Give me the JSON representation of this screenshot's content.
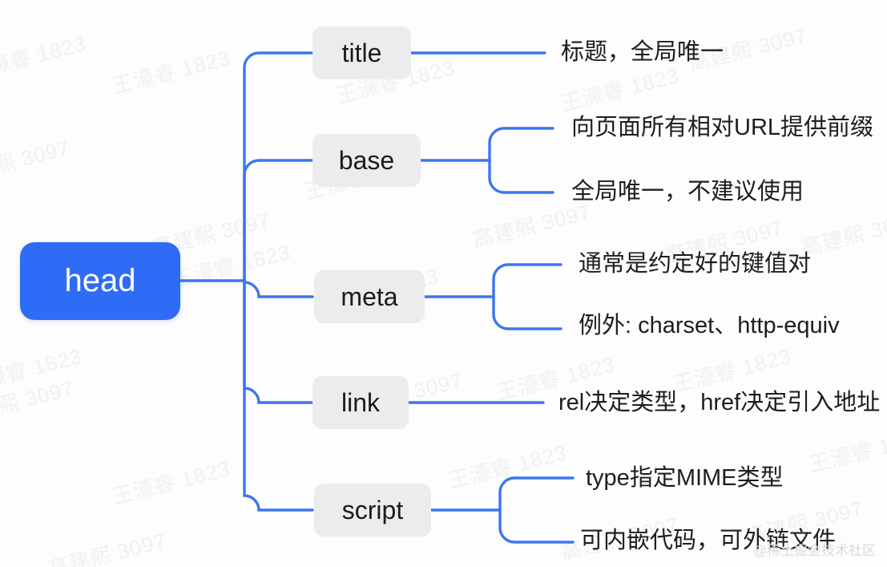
{
  "diagram": {
    "type": "mindmap",
    "title": "head",
    "root": {
      "label": "head"
    },
    "colors": {
      "root_bg": "#2f6cf6",
      "root_text": "#ffffff",
      "branch_bg": "#ececee",
      "branch_text": "#1b1b1b",
      "line": "#3b76f0",
      "leaf_text": "#1d1d1d",
      "background": "#fdfdfd"
    },
    "branches": [
      {
        "label": "title",
        "leaves": [
          "标题，全局唯一"
        ]
      },
      {
        "label": "base",
        "leaves": [
          "向页面所有相对URL提供前缀",
          "全局唯一，不建议使用"
        ]
      },
      {
        "label": "meta",
        "leaves": [
          "通常是约定好的键值对",
          "例外: charset、http-equiv"
        ]
      },
      {
        "label": "link",
        "leaves": [
          "rel决定类型，href决定引入地址"
        ]
      },
      {
        "label": "script",
        "leaves": [
          "type指定MIME类型",
          "可内嵌代码，可外链文件"
        ]
      }
    ]
  },
  "watermarks": {
    "text_a": "高建熙 3097",
    "text_b": "王濠睿 1823",
    "corner": "@稀土掘金技术社区"
  }
}
